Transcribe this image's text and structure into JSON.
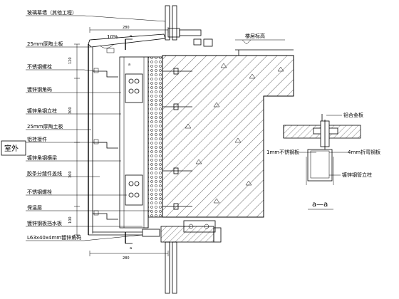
{
  "labels": {
    "glass_wall": "玻璃幕墙（其他工程）",
    "ceramic_25_top": "25mm厚陶土板",
    "ss_bolt_top": "不锈钢螺栓",
    "galv_angle": "镀锌钢角码",
    "galv_angle_column": "镀锌角钢立柱",
    "ceramic_25_mid": "25mm厚陶土板",
    "aluminum_hanger": "铝挂接件",
    "galv_angle_beam": "镀锌角钢横梁",
    "glue_joint": "胶条分缝件盖线",
    "ss_bolt_bottom": "不锈钢螺栓",
    "insulation": "保温层",
    "galv_drip_plate": "镀锌钢板挡水板",
    "l63_angle": "L63x40x4mm镀锌角码",
    "outdoor": "室外",
    "floor_level": "楼层标高",
    "al_plate": "铝合金板",
    "ss_plate_1mm": "1mm不锈钢板",
    "folded_plate_4mm": "4mm折弯钢板",
    "galv_tube_column": "镀锌钢管立柱",
    "section_name": "a—a"
  },
  "dimensions": {
    "top_width": "280",
    "slope": "10%",
    "bottom_width": "280",
    "left_dim_a": "120",
    "left_dim_b": "300",
    "left_dim_c": "300",
    "left_dim_d": "100"
  },
  "section_marks": {
    "top_mark": "a",
    "bottom_mark": "a"
  }
}
